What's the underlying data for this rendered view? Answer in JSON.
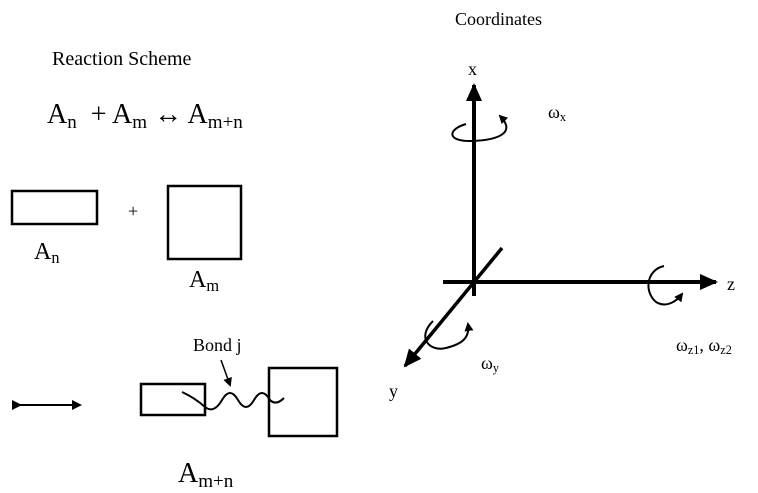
{
  "left": {
    "title": "Reaction Scheme",
    "equation": {
      "term1": {
        "base": "A",
        "sub": "n"
      },
      "plus": "+",
      "term2": {
        "base": "A",
        "sub": "m"
      },
      "arrow": "↔",
      "term3": {
        "base": "A",
        "sub": "m+n"
      }
    },
    "plus_sign": "+",
    "block_n_label": {
      "base": "A",
      "sub": "n"
    },
    "block_m_label": {
      "base": "A",
      "sub": "m"
    },
    "bond_label": "Bond j",
    "product_label": {
      "base": "A",
      "sub": "m+n"
    }
  },
  "right": {
    "title": "Coordinates",
    "axis_x": "x",
    "axis_y": "y",
    "axis_z": "z",
    "omega_x": {
      "base": "ω",
      "sub": "x"
    },
    "omega_y": {
      "base": "ω",
      "sub": "y"
    },
    "omega_z": {
      "base1": "ω",
      "sub1": "z1",
      "sep": ", ",
      "base2": "ω",
      "sub2": "z2"
    }
  }
}
